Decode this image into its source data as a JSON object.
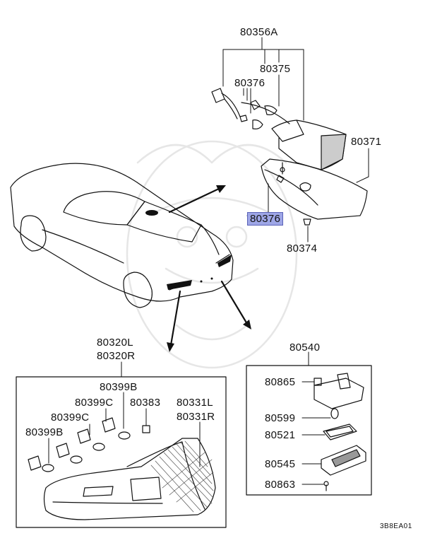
{
  "labels": {
    "p80356A": "80356A",
    "p80375": "80375",
    "p80376_upper": "80376",
    "p80371": "80371",
    "p80376_selected": "80376",
    "p80374": "80374",
    "p80320L": "80320L",
    "p80320R": "80320R",
    "p80399B_top": "80399B",
    "p80399C_a": "80399C",
    "p80383": "80383",
    "p80331L": "80331L",
    "p80331R": "80331R",
    "p80399C_b": "80399C",
    "p80399B_left": "80399B",
    "p80540": "80540",
    "p80865": "80865",
    "p80599": "80599",
    "p80521": "80521",
    "p80545": "80545",
    "p80863": "80863",
    "diagram_code": "3B8EA01"
  },
  "highlight_color": "#9ea6e6"
}
